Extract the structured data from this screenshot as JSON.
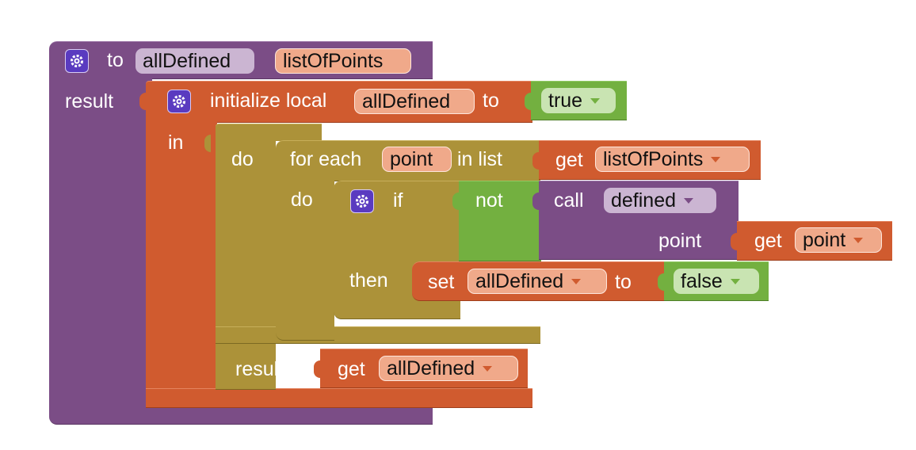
{
  "procedure": {
    "keyword_to": "to",
    "name": "allDefined",
    "param": "listOfPoints",
    "result_label": "result"
  },
  "init_local": {
    "label": "initialize local",
    "var": "allDefined",
    "to_label": "to",
    "value": "true",
    "in_label": "in"
  },
  "do_block": {
    "do_label": "do",
    "result_label": "result"
  },
  "for_each": {
    "label_for_each": "for each",
    "var": "point",
    "label_in_list": "in list",
    "do_label": "do"
  },
  "get_list": {
    "get_label": "get",
    "var": "listOfPoints"
  },
  "if_block": {
    "if_label": "if",
    "then_label": "then"
  },
  "not_block": {
    "label": "not"
  },
  "call_block": {
    "call_label": "call",
    "proc": "defined",
    "param_label": "point"
  },
  "get_point": {
    "get_label": "get",
    "var": "point"
  },
  "set_block": {
    "set_label": "set",
    "var": "allDefined",
    "to_label": "to",
    "value": "false"
  },
  "get_result": {
    "get_label": "get",
    "var": "allDefined"
  },
  "icons": [
    "gear-icon",
    "gear-icon",
    "gear-icon"
  ],
  "colors": {
    "procedure": "#7b4d86",
    "variables": "#d05b2f",
    "control": "#ac9239",
    "logic": "#73b040",
    "mutator_gear": "#5a3bc0"
  }
}
